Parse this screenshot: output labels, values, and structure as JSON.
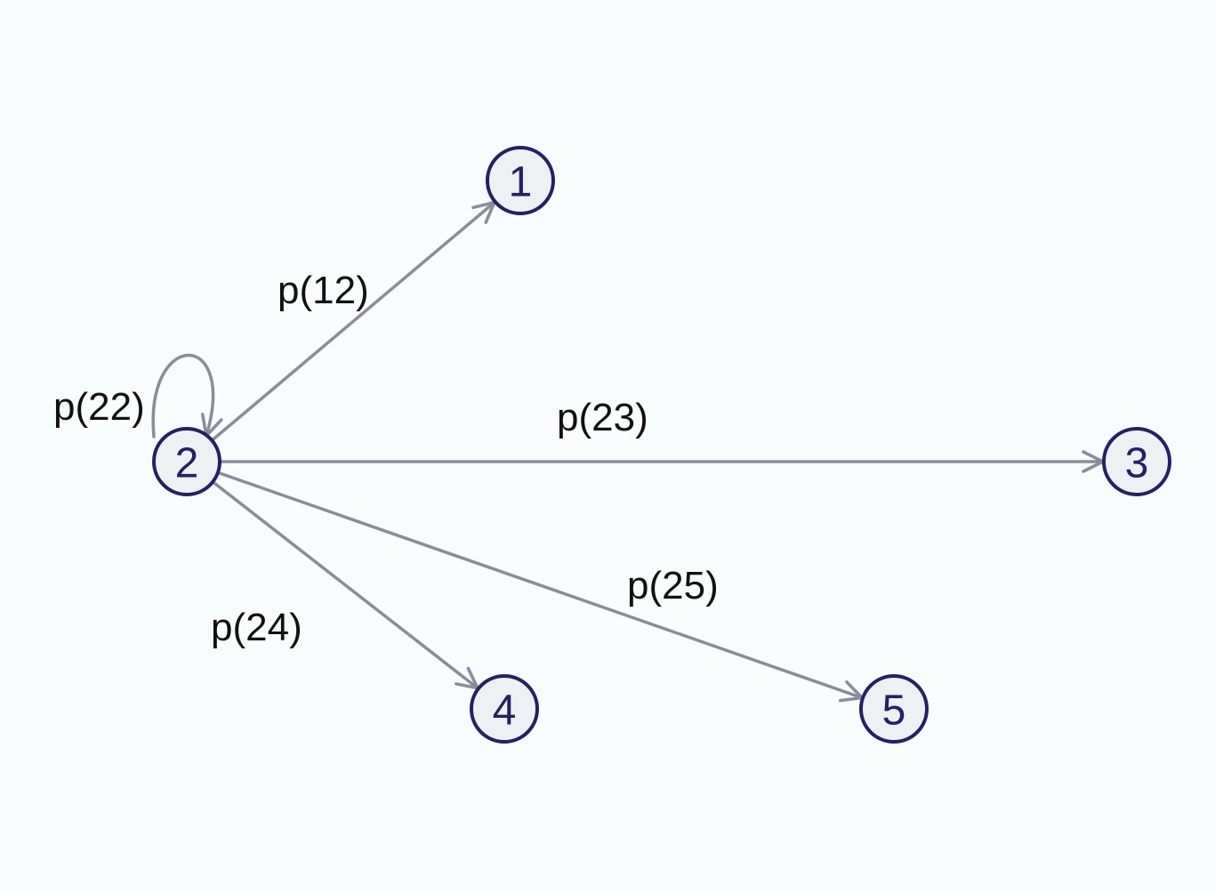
{
  "colors": {
    "background": "#f9fcfd",
    "edge": "#8a8c9a",
    "node_fill": "#eef1f3",
    "node_stroke": "#252066",
    "node_text": "#252066",
    "label_text": "#111111"
  },
  "nodes": [
    {
      "id": "1",
      "label": "1"
    },
    {
      "id": "2",
      "label": "2"
    },
    {
      "id": "3",
      "label": "3"
    },
    {
      "id": "4",
      "label": "4"
    },
    {
      "id": "5",
      "label": "5"
    }
  ],
  "edges": [
    {
      "from": "2",
      "to": "2",
      "label": "p(22)"
    },
    {
      "from": "2",
      "to": "1",
      "label": "p(12)"
    },
    {
      "from": "2",
      "to": "3",
      "label": "p(23)"
    },
    {
      "from": "2",
      "to": "4",
      "label": "p(24)"
    },
    {
      "from": "2",
      "to": "5",
      "label": "p(25)"
    }
  ]
}
